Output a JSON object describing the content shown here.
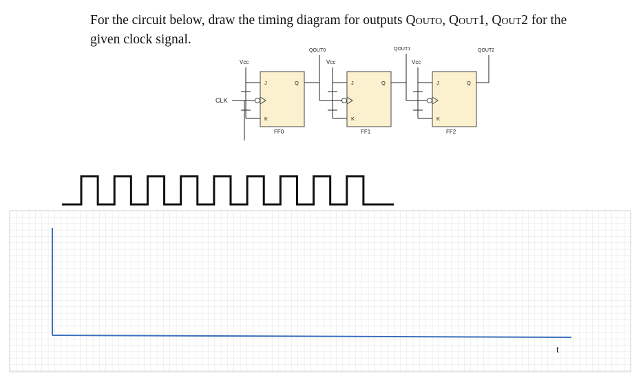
{
  "question": {
    "text_main": "For the circuit below, draw the timing diagram for outputs ",
    "q0": "Qouto",
    "sep1": ", ",
    "q1": "Qout1",
    "sep2": ", ",
    "q2": "Qout2",
    "text_tail": " for the given clock signal."
  },
  "circuit": {
    "clk_label": "CLK",
    "vcc_label": "Vcc",
    "flipflops": [
      {
        "name": "FF0",
        "j": "J",
        "k": "K",
        "q": "Q",
        "out_label": "QOUT0"
      },
      {
        "name": "FF1",
        "j": "J",
        "k": "K",
        "q": "Q",
        "out_label": "QOUT1"
      },
      {
        "name": "FF2",
        "j": "J",
        "k": "K",
        "q": "Q",
        "out_label": "QOUT2"
      }
    ]
  },
  "clock_signal": {
    "pulses": 9
  },
  "timing_grid": {
    "axis_label": "t",
    "grid_color": "#dcdcdc",
    "axis_color": "#3a6fbd"
  }
}
